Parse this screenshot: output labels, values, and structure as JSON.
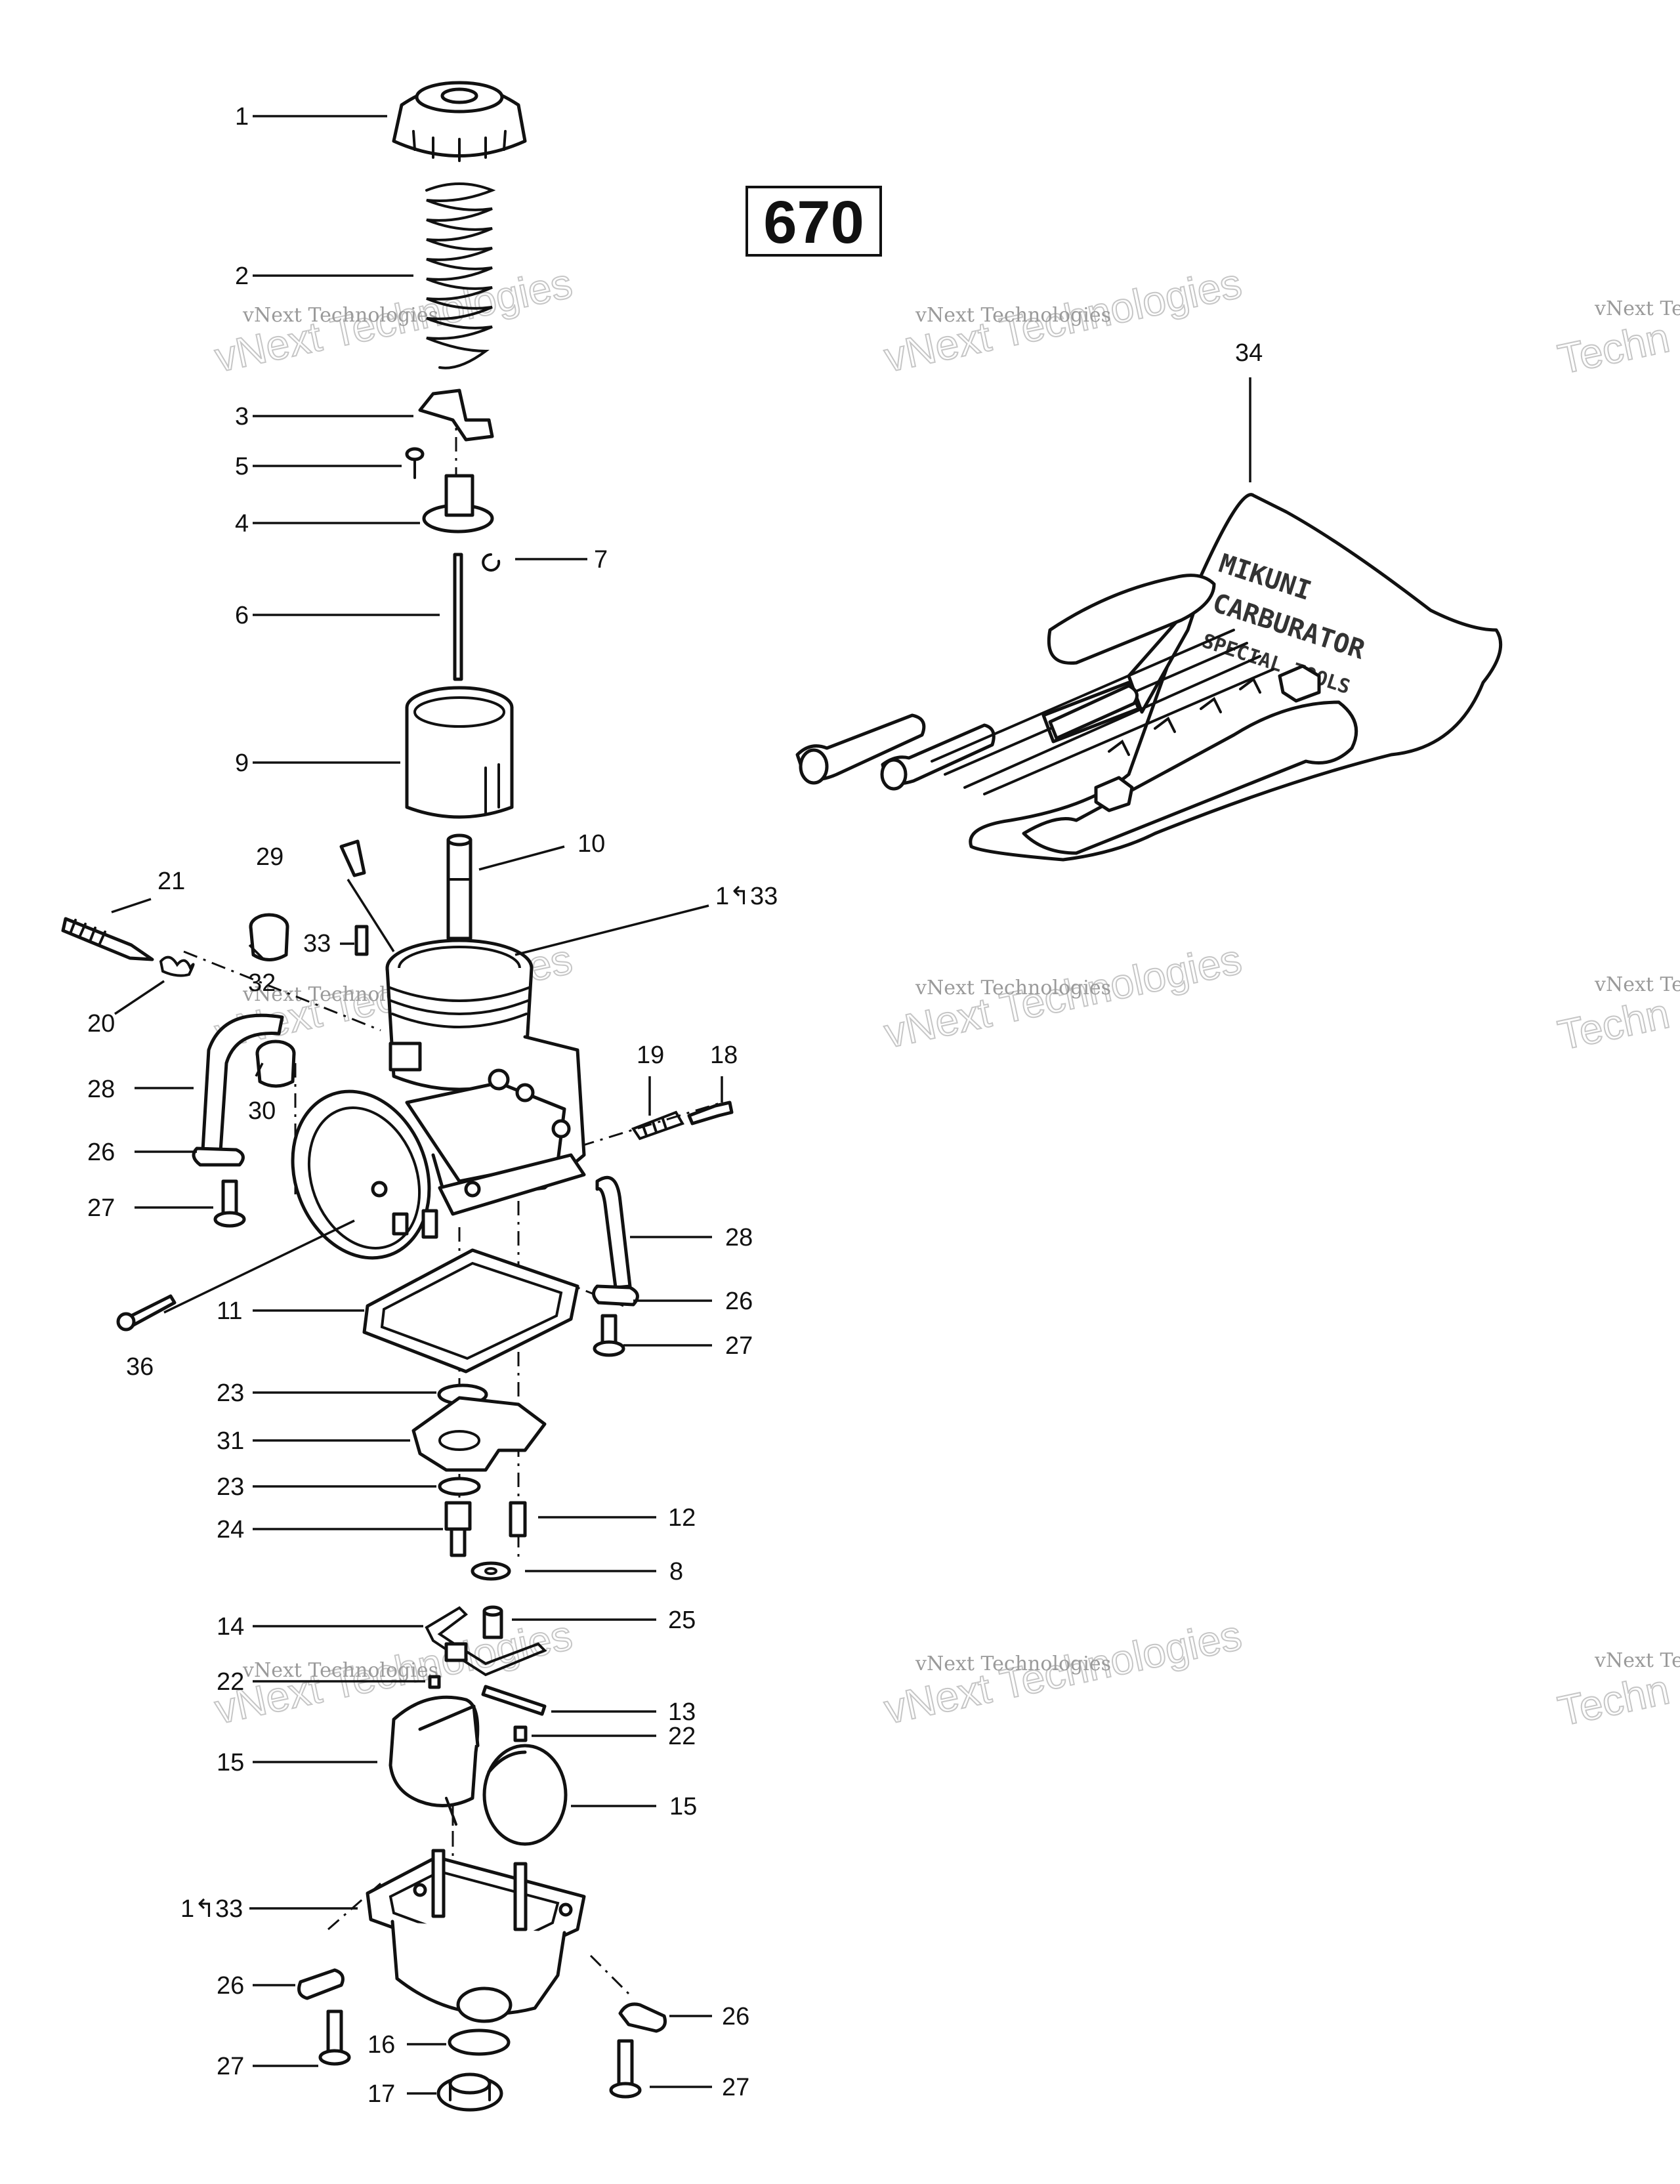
{
  "model_label": "670",
  "watermark": {
    "line1": "vNext Technologies",
    "line2": "vNext Technologies",
    "partial_line1": "vNext Te",
    "partial_line2": "Techn"
  },
  "kit_label": {
    "line1": "MIKUNI",
    "line2": "CARBURATOR",
    "line3": "SPECIAL TOOLS"
  },
  "callouts": [
    "1",
    "2",
    "3",
    "5",
    "4",
    "7",
    "6",
    "9",
    "10",
    "29",
    "21",
    "1↰33",
    "33",
    "32",
    "20",
    "19",
    "18",
    "28",
    "30",
    "26",
    "27",
    "28",
    "26",
    "27",
    "36",
    "11",
    "23",
    "31",
    "23",
    "12",
    "24",
    "8",
    "14",
    "25",
    "22",
    "13",
    "22",
    "15",
    "15",
    "1↰33",
    "26",
    "26",
    "16",
    "27",
    "17",
    "27",
    "34"
  ]
}
